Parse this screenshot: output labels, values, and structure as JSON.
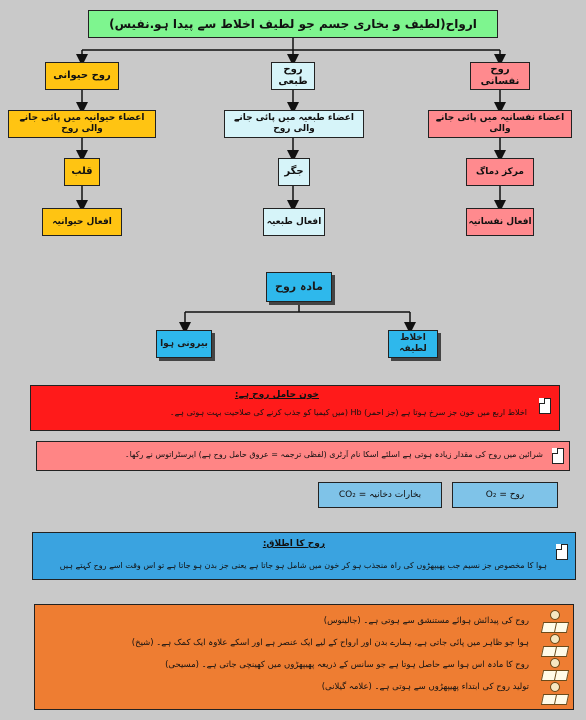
{
  "title": "ارواح(لطیف و بخاری جسم جو لطیف اخلاط سے پیدا ہو.نفیس)",
  "columns": {
    "right": {
      "top": "روح نفسانی",
      "organs": "اعضاء نفسانیہ میں پائی جانے والی",
      "seat": "مرکز دماگ",
      "action": "افعال نفسانیہ"
    },
    "middle": {
      "top": "روح طبعی",
      "organs": "اعضاء طبعیہ میں پائی جانے والی روح",
      "seat": "جگر",
      "action": "افعال طبعیہ"
    },
    "left": {
      "top": "روح حیوانی",
      "organs": "اعضاء حیوانیہ میں پائی جانے والی روح",
      "seat": "قلب",
      "action": "افعال حیوانیہ"
    }
  },
  "matter": {
    "title": "مادہ روح",
    "right": "اخلاط لطیفہ",
    "left": "بیرونی ہوا"
  },
  "blood": {
    "heading": "خون حامل روح ہے:",
    "body": "اخلاط اربع میں خون جز سرخ ہوتا ہے (جز احمر) Hb (میں کیمیا کو جذب کرنے کی صلاحیت بہت ہوتی ہے۔"
  },
  "arteries": {
    "body": "شرائین میں روح کی مقدار زیادہ ہوتی ہے اسلئے اسکا نام آرٹری (لفظی ترجمہ = عروق حامل روح ہے) ایرسٹراتوس نے رکھا۔"
  },
  "equations": {
    "right": "روح = O₂",
    "left": "بخارات دخانیہ = CO₂"
  },
  "definition": {
    "heading": "روح کا اطلاق:",
    "body": "ہوا کا مخصوص جز نسیم جب پھیپھڑوں کی راہ منجذب ہو کر خون میں شامل ہو جاتا ہے یعنی جز بدن ہو جاتا ہے تو اس وقت اسے روح کہتے ہیں"
  },
  "quotes": [
    "روح کی پیدائش ہوائے مستنشق سے ہوتی ہے۔ (جالینوس)",
    "ہوا جو ظاہر میں پائی جاتی ہے، ہمارے بدن اور ارواح کے لیے ایک عنصر ہے اور اسکے علاوہ ایک کمک ہے۔ (شیخ)",
    "روح کا مادہ اس ہوا سے حاصل ہوتا ہے جو سانس کے ذریعہ پھیپھڑوں میں کھینچی جاتی ہے۔ (مسیحی)",
    "تولید روح کی ابتداء پھیپھڑوں سے ہوتی ہے۔ (علامہ گیلانی)"
  ],
  "colors": {
    "background": "#c9c9c9",
    "title": "#7ef58f",
    "yellow": "#ffc412",
    "cyan": "#d6f4f9",
    "pink": "#ff8a8e",
    "blue": "#2eb8ec",
    "red": "#ff1a1a",
    "salmon": "#ff8585",
    "lightblue": "#7fc3e8",
    "orange": "#ee7d32"
  }
}
